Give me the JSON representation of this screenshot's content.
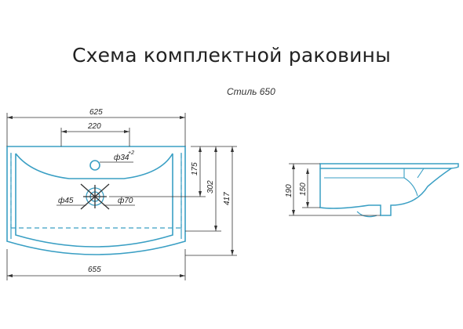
{
  "title": "Схема комплектной раковины",
  "model": "Стиль 650",
  "dimensions": {
    "top_width": "625",
    "tap_spacing": "220",
    "tap_hole": "ф34",
    "tap_hole_tol": "+2",
    "drain_small": "ф45",
    "drain_large": "ф70",
    "drain_depth": "175",
    "bowl_depth": "302",
    "total_depth": "417",
    "bottom_width": "655",
    "side_total_height": "190",
    "side_bowl_height": "150"
  },
  "colors": {
    "outline": "#3a9fc4",
    "dimension_lines": "#333333"
  }
}
